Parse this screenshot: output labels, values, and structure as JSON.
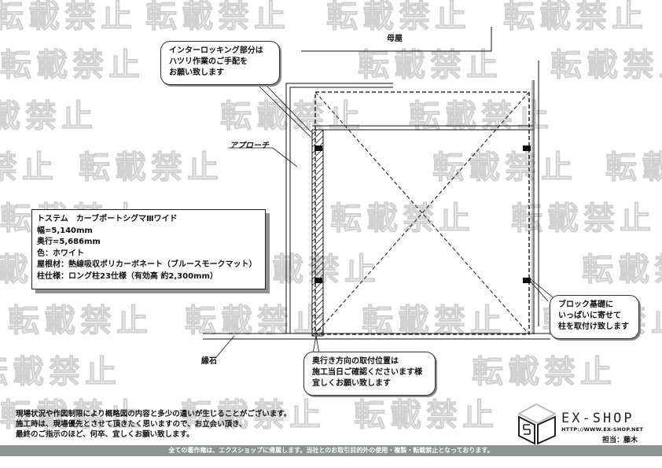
{
  "watermark": {
    "text": "転載禁止",
    "color": "#c9c9c9"
  },
  "labels": {
    "main_house": "母屋",
    "approach": "アプローチ",
    "curb_stone": "縁石"
  },
  "callouts": {
    "interlocking": "インターロッキング部分は\nハツリ作業のご手配を\nお願い致します",
    "depth_position": "奥行き方向の取付位置は\n施工当日ご確認くださいます様\n宜しくお願い致します",
    "block_foundation": "ブロック基礎に\nいっぱいに寄せて\n柱を取付け致します"
  },
  "spec": {
    "product": "トステム　カーブポートシグマⅢワイド",
    "width": "幅=5,140mm",
    "depth": "奥行=5,686mm",
    "color": "色：ホワイト",
    "roof_material": "屋根材：熱線吸収ポリカーボネート（ブルースモークマット）",
    "pillar": "柱仕様：ロング柱23仕様（有効高 約2,300mm）"
  },
  "notes": [
    "現場状況や作図制限により概略図の内容と多少の違いが生じることがございます。",
    "施工時は、現場優先とさせて頂きたく思いますので、お立会い頂き、",
    "最終のご指示のほど、何卒、宜しくお願い致します。"
  ],
  "footer": {
    "copyright": "全ての著作権は、エクスショップに帰属します。当社とのお取引目的外の使用・複製・転載禁止となっております。",
    "bar_color": "#8a9592"
  },
  "brand": {
    "name": "EX-SHOP",
    "url": "HTTP://WWW.EX-SHOP.NET",
    "staff": "担当：藤木"
  }
}
